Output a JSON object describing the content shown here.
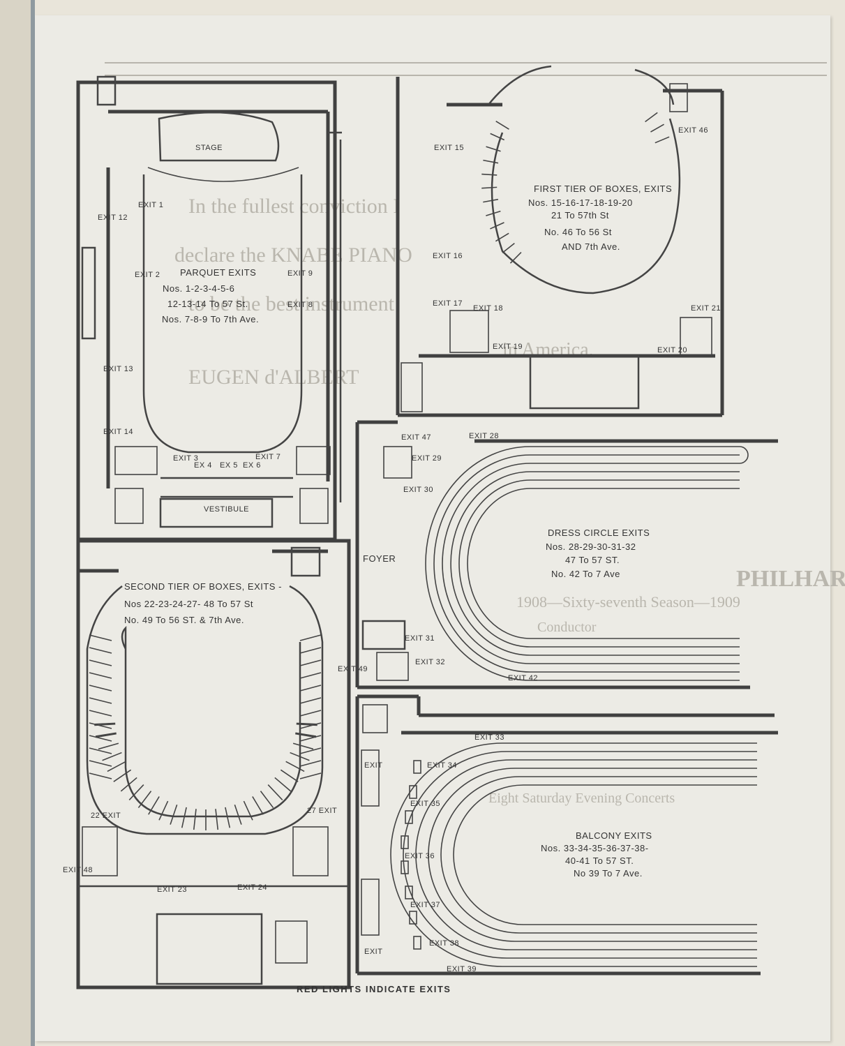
{
  "background_text": {
    "line1": "In the fullest conviction I",
    "line2": "declare the KNABE PIANO",
    "line3": "to be the best instrument",
    "line4": "in America.",
    "signature": "EUGEN d'ALBERT",
    "society": "PHILHARMONIC SOCIETY",
    "season": "1908—Sixty-seventh Season—1909",
    "conductor_label": "Conductor",
    "evening": "Eight Saturday Evening Concerts"
  },
  "plans": {
    "parquet": {
      "stage": "STAGE",
      "vestibule": "VESTIBULE",
      "title": "PARQUET EXITS",
      "line1": "Nos. 1-2-3-4-5-6",
      "line2": "12-13-14 To 57 St.",
      "line3": "Nos. 7-8-9 To 7th Ave."
    },
    "first_tier": {
      "title": "FIRST TIER OF BOXES, EXITS",
      "line1": "Nos. 15-16-17-18-19-20",
      "line2": "21 To 57th St",
      "line3": "No. 46 To 56 St",
      "line4": "AND 7th Ave."
    },
    "dress_circle": {
      "foyer": "FOYER",
      "title": "DRESS CIRCLE EXITS",
      "line1": "Nos. 28-29-30-31-32",
      "line2": "47 To 57 ST.",
      "line3": "No. 42 To 7 Ave"
    },
    "second_tier": {
      "title": "SECOND TIER OF BOXES, EXITS -",
      "line1": "Nos 22-23-24-27- 48 To 57 St",
      "line2": "No. 49 To 56 ST. & 7th Ave."
    },
    "balcony": {
      "title": "BALCONY EXITS",
      "line1": "Nos. 33-34-35-36-37-38-",
      "line2": "40-41 To 57 ST.",
      "line3": "No 39 To 7 Ave."
    }
  },
  "exits": {
    "e1": "EXIT 1",
    "e2": "EXIT 2",
    "e3": "EXIT 3",
    "e4": "EX 4",
    "e5": "EX 5",
    "e6": "EX 6",
    "e7": "EXIT 7",
    "e8": "EXIT 8",
    "e9": "EXIT 9",
    "e12": "EXIT 12",
    "e13": "EXIT 13",
    "e14": "EXIT 14",
    "e15": "EXIT 15",
    "e16": "EXIT 16",
    "e17": "EXIT 17",
    "e18": "EXIT 18",
    "e19": "EXIT 19",
    "e20": "EXIT 20",
    "e21": "EXIT 21",
    "e46": "EXIT 46",
    "e28": "EXIT 28",
    "e29": "EXIT 29",
    "e30": "EXIT 30",
    "e31": "EXIT 31",
    "e32": "EXIT 32",
    "e42": "EXIT 42",
    "e47": "EXIT 47",
    "e49": "EXIT 49",
    "e22": "22 EXIT",
    "e23": "EXIT 23",
    "e24": "EXIT 24",
    "e27": "27 EXIT",
    "e48": "EXIT 48",
    "e33": "EXIT 33",
    "e34": "EXIT 34",
    "e35": "EXIT 35",
    "e36": "EXIT 36",
    "e37": "EXIT 37",
    "e38": "EXIT 38",
    "e39": "EXIT 39",
    "e40": "EXIT",
    "e41": "EXIT"
  },
  "footer": "RED LIGHTS INDICATE EXITS",
  "colors": {
    "paper": "#ecebe5",
    "ink": "#404040",
    "ghost": "#b9b6ad",
    "spine": "#8f9aa0"
  }
}
